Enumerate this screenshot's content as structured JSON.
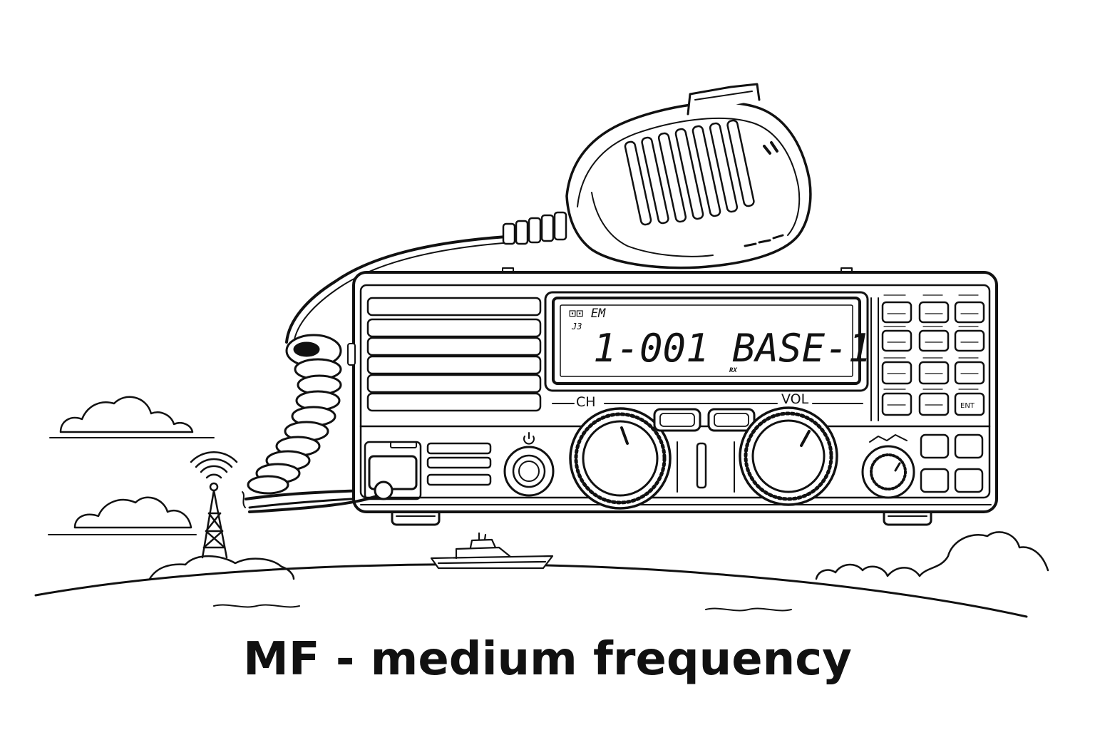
{
  "caption": "MF - medium frequency",
  "radio": {
    "display": {
      "top_left": "⊡⊡ EM",
      "mode": "J3",
      "main": "1-001 BASE-1",
      "indicator": "RX"
    },
    "labels": {
      "channel": "CH",
      "volume": "VOL",
      "keypad_enter": "ENT"
    }
  },
  "icons": [
    "radio-transceiver-icon",
    "hand-microphone-icon",
    "radio-tower-icon",
    "ship-icon",
    "cloud-icon"
  ]
}
